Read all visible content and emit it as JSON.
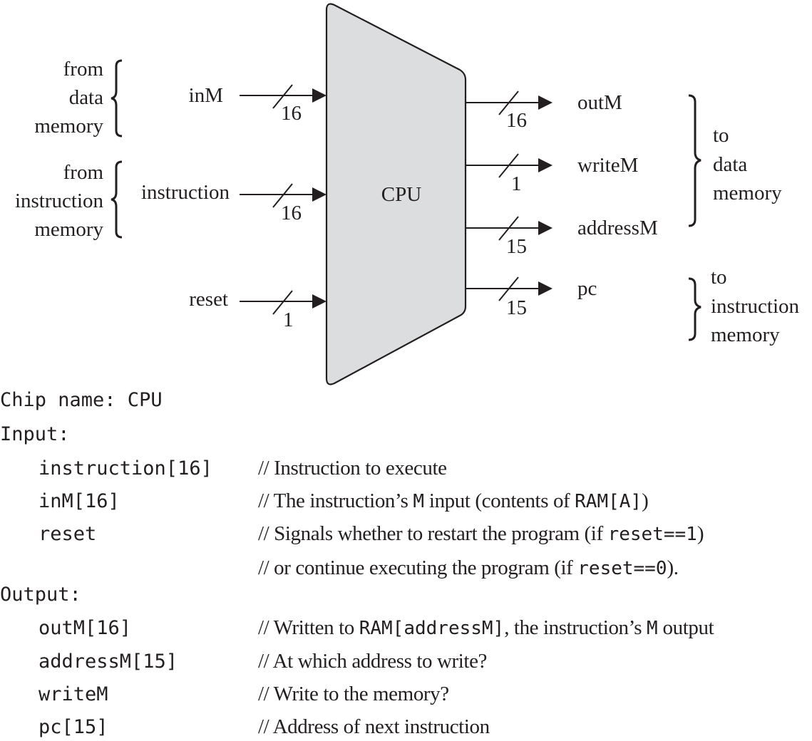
{
  "diagram": {
    "chip_label": "CPU",
    "colors": {
      "chip_fill": "#dcddde",
      "stroke": "#231f20",
      "text": "#231f20"
    },
    "inputs": [
      {
        "name": "inM",
        "width": "16",
        "group": "from data memory"
      },
      {
        "name": "instruction",
        "width": "16",
        "group": "from instruction memory"
      },
      {
        "name": "reset",
        "width": "1",
        "group": ""
      }
    ],
    "outputs": [
      {
        "name": "outM",
        "width": "16"
      },
      {
        "name": "writeM",
        "width": "1"
      },
      {
        "name": "addressM",
        "width": "15"
      },
      {
        "name": "pc",
        "width": "15"
      }
    ],
    "source_groups": [
      {
        "lines": [
          "from",
          "data",
          "memory"
        ]
      },
      {
        "lines": [
          "from",
          "instruction",
          "memory"
        ]
      }
    ],
    "dest_groups": [
      {
        "lines": [
          "to",
          "data",
          "memory"
        ]
      },
      {
        "lines": [
          "to",
          "instruction",
          "memory"
        ]
      }
    ]
  },
  "spec": {
    "chip_name_line": "Chip name: CPU",
    "input_header": "Input:",
    "output_header": "Output:",
    "inputs": [
      {
        "pin": "instruction[16]",
        "desc": [
          {
            "t": "// Instruction to execute"
          }
        ]
      },
      {
        "pin": "inM[16]",
        "desc": [
          {
            "t": "// The instruction’s "
          },
          {
            "c": "M"
          },
          {
            "t": " input (contents of "
          },
          {
            "c": "RAM[A]"
          },
          {
            "t": ")"
          }
        ]
      },
      {
        "pin": "reset",
        "desc": [
          {
            "t": "// Signals whether to restart the program (if "
          },
          {
            "c": "reset==1"
          },
          {
            "t": ")"
          }
        ]
      },
      {
        "pin": "",
        "desc": [
          {
            "t": "// or continue executing the program (if "
          },
          {
            "c": "reset==0"
          },
          {
            "t": ")."
          }
        ]
      }
    ],
    "outputs": [
      {
        "pin": "outM[16]",
        "desc": [
          {
            "t": "// Written to "
          },
          {
            "c": "RAM[addressM]"
          },
          {
            "t": ", the instruction’s "
          },
          {
            "c": "M"
          },
          {
            "t": " output"
          }
        ]
      },
      {
        "pin": "addressM[15]",
        "desc": [
          {
            "t": "// At which address to write?"
          }
        ]
      },
      {
        "pin": "writeM",
        "desc": [
          {
            "t": "// Write to the memory?"
          }
        ]
      },
      {
        "pin": "pc[15]",
        "desc": [
          {
            "t": "// Address of next instruction"
          }
        ]
      }
    ]
  }
}
